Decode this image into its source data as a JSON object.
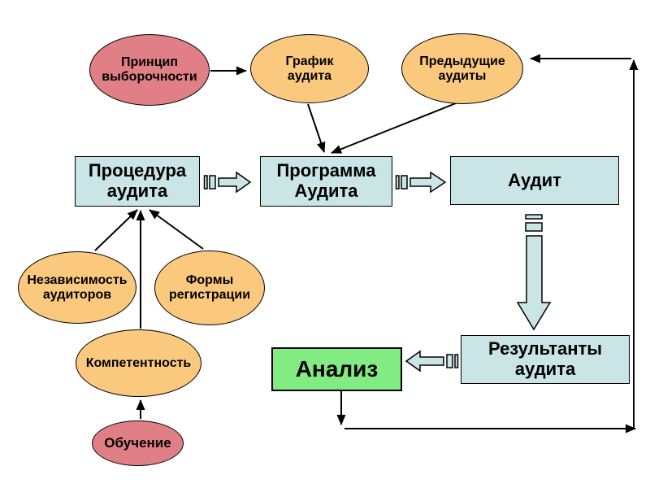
{
  "diagram": {
    "colors": {
      "node-pink": "#e08086",
      "node-orange": "#fbc97e",
      "node-blue": "#c9e5e6",
      "node-green": "#82ec82",
      "line": "#000000",
      "background": "#ffffff"
    },
    "nodes": {
      "principle": {
        "label": "Принцип\nвыборочности",
        "shape": "ellipse",
        "color": "pink"
      },
      "schedule": {
        "label": "График\nаудита",
        "shape": "ellipse",
        "color": "orange"
      },
      "previous": {
        "label": "Предыдущие\nаудиты",
        "shape": "ellipse",
        "color": "orange"
      },
      "procedure": {
        "label": "Процедура\nаудита",
        "shape": "rect",
        "color": "blue"
      },
      "program": {
        "label": "Программа\nАудита",
        "shape": "rect",
        "color": "blue"
      },
      "audit": {
        "label": "Аудит",
        "shape": "rect",
        "color": "blue"
      },
      "independence": {
        "label": "Независимость\nаудиторов",
        "shape": "ellipse",
        "color": "orange"
      },
      "forms": {
        "label": "Формы\nрегистрации",
        "shape": "ellipse",
        "color": "orange"
      },
      "competence": {
        "label": "Компетентность",
        "shape": "ellipse",
        "color": "orange"
      },
      "training": {
        "label": "Обучение",
        "shape": "ellipse",
        "color": "pink"
      },
      "analysis": {
        "label": "Анализ",
        "shape": "rect",
        "color": "green"
      },
      "results": {
        "label": "Результанты\nаудита",
        "shape": "rect",
        "color": "blue"
      }
    },
    "edges": [
      {
        "from": "Принцип выборочности",
        "to": "График аудита",
        "style": "arrow"
      },
      {
        "from": "График аудита",
        "to": "Программа Аудита",
        "style": "arrow"
      },
      {
        "from": "Предыдущие аудиты",
        "to": "Программа Аудита",
        "style": "arrow"
      },
      {
        "from": "Независимость аудиторов",
        "to": "Процедура аудита",
        "style": "arrow"
      },
      {
        "from": "Формы регистрации",
        "to": "Процедура аудита",
        "style": "arrow"
      },
      {
        "from": "Компетентность",
        "to": "Процедура аудита",
        "style": "arrow"
      },
      {
        "from": "Обучение",
        "to": "Компетентность",
        "style": "arrow"
      },
      {
        "from": "Процедура аудита",
        "to": "Программа Аудита",
        "style": "striped-block-arrow"
      },
      {
        "from": "Программа Аудита",
        "to": "Аудит",
        "style": "striped-block-arrow"
      },
      {
        "from": "Аудит",
        "to": "Результанты аудита",
        "style": "striped-block-arrow"
      },
      {
        "from": "Результанты аудита",
        "to": "Анализ",
        "style": "striped-block-arrow"
      },
      {
        "from": "Анализ",
        "to": "Предыдущие аудиты",
        "style": "feedback-elbow"
      }
    ]
  }
}
